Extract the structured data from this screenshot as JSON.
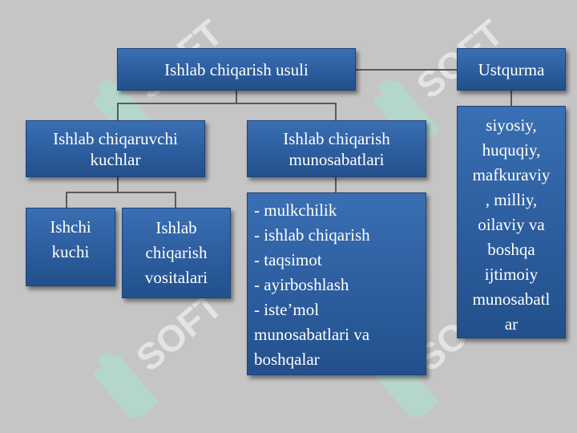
{
  "watermark": {
    "text": "SOFT",
    "color": "#ffffff",
    "logo_color": "#a8e6cf"
  },
  "diagram": {
    "mode_of_production": "Ishlab chiqarish usuli",
    "superstructure": "Ustqurma",
    "productive_forces": "Ishlab chiqaruvchi\nkuchlar",
    "relations_of_production": "Ishlab chiqarish\nmunosabatlari",
    "labor_force": "Ishchi\nkuchi",
    "means_of_production": "Ishlab\nchiqarish\nvositalari",
    "relations_list": "- mulkchilik\n- ishlab chiqarish\n- taqsimot\n- ayirboshlash\n- iste’mol\nmunosabatlari va\nboshqalar",
    "superstructure_list": "siyosiy,\nhuquqiy,\nmafkuraviy\n, milliy,\noilaviy va\nboshqa\nijtimoiy\nmunosabatl\nar"
  },
  "colors": {
    "box_fill": "#2c5d9e",
    "background": "#c5c5c5",
    "connector": "#5a5a5a"
  }
}
